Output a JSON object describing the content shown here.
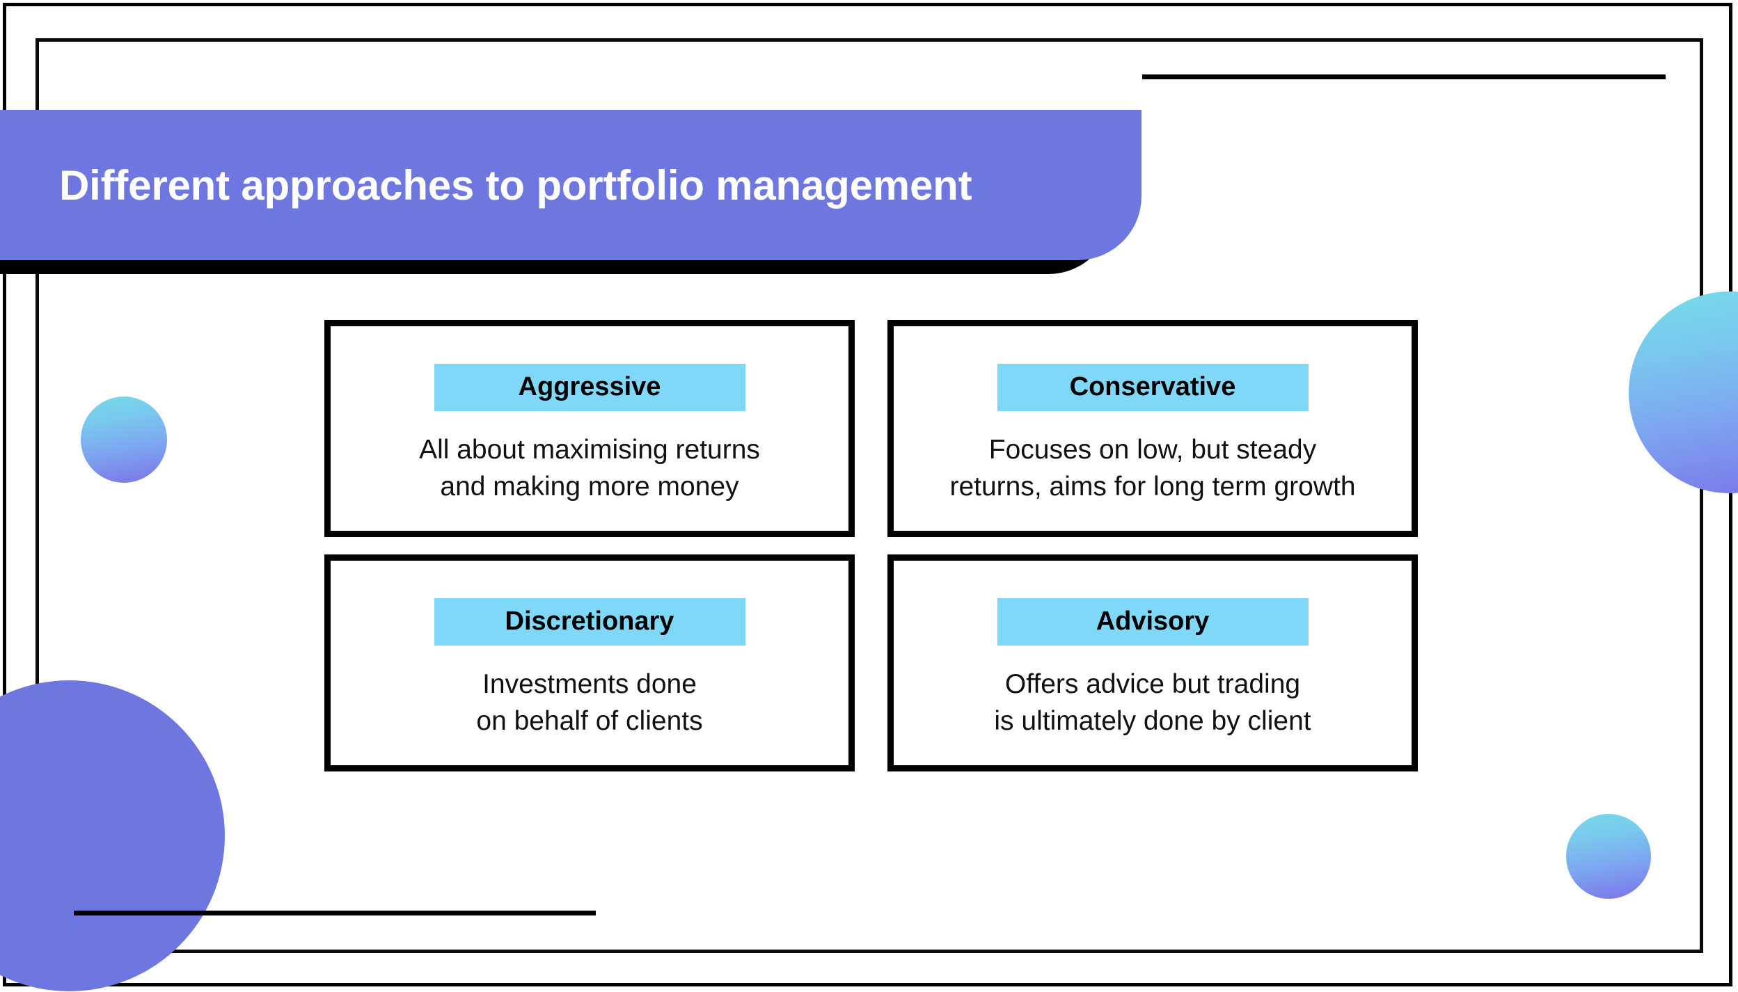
{
  "banner": {
    "title": "Different approaches to portfolio management",
    "background_color": "#6E77E0",
    "text_color": "#FFFFFF"
  },
  "theme": {
    "accent_purple": "#6E77E0",
    "accent_cyan": "#7FD8F7",
    "frame_color": "#000000",
    "background": "#FFFFFF"
  },
  "cards": [
    {
      "label": "Aggressive",
      "description": "All about maximising returns\nand making more money"
    },
    {
      "label": "Conservative",
      "description": "Focuses on low, but steady\nreturns, aims for long term growth"
    },
    {
      "label": "Discretionary",
      "description": "Investments done\non behalf of clients"
    },
    {
      "label": "Advisory",
      "description": "Offers advice but trading\nis ultimately done by client"
    }
  ],
  "decorations": {
    "circles": [
      {
        "name": "left-small-gradient-circle",
        "style": "gradient"
      },
      {
        "name": "left-large-purple-circle",
        "style": "solid"
      },
      {
        "name": "right-large-gradient-circle",
        "style": "gradient"
      },
      {
        "name": "bottom-right-gradient-circle",
        "style": "gradient"
      }
    ],
    "lines": [
      {
        "name": "top-right-accent-line"
      },
      {
        "name": "bottom-left-accent-line"
      }
    ]
  }
}
